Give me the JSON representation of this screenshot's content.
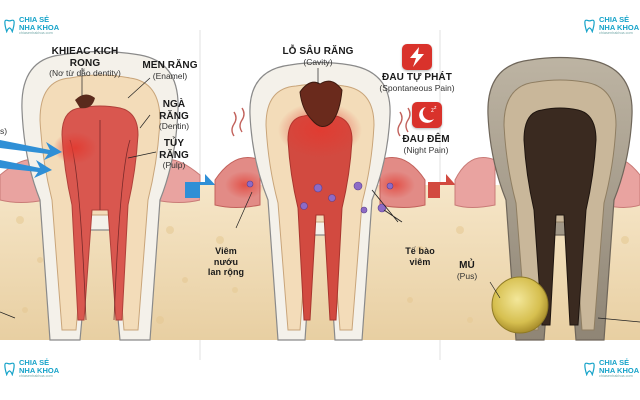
{
  "watermark": {
    "brand_line1": "CHIA SẺ",
    "brand_line2": "NHA KHOA",
    "url": "chiasenhakhoa.com",
    "color": "#16a3c9"
  },
  "panel1": {
    "label_crack": {
      "title": "KHIEAC KICH RONG",
      "sub": "(Nơ từ dẫo dentity)"
    },
    "label_enamel": {
      "title": "MEN RĂNG",
      "sub": "(Enamel)"
    },
    "label_dentin": {
      "title": "NGÀ RĂNG",
      "sub": "(Dentin)"
    },
    "label_pulp": {
      "title": "TỦY RĂNG",
      "sub": "(Pulp)"
    },
    "label_left_partial": "s)"
  },
  "panel2": {
    "label_cavity": {
      "title": "LỖ SÂU RĂNG",
      "sub": "(Cavity)"
    },
    "label_spontaneous": {
      "title": "ĐAU TỰ PHÁT",
      "sub": "(Spontaneous Pain)",
      "icon": "lightning-icon"
    },
    "label_night": {
      "title": "ĐAU ĐÊM",
      "sub": "(Night Pain)",
      "icon": "moon-zzz-icon"
    },
    "label_gum": {
      "title": "Viêm\nnướu\nlan rộng"
    },
    "label_cells": {
      "title": "Tế bào\nviêm"
    }
  },
  "panel3": {
    "label_pus": {
      "title": "MỦ",
      "sub": "(Pus)"
    }
  },
  "colors": {
    "enamel": "#f4f1ea",
    "dentin": "#f3dcb9",
    "pulp": "#d9574f",
    "gum": "#e9a3a0",
    "bone": "#f0dcb8",
    "arrow_blue": "#2f8fd6",
    "arrow_red": "#d24a40",
    "necrotic": "#3a2a20",
    "pus": "#d9c45a"
  }
}
